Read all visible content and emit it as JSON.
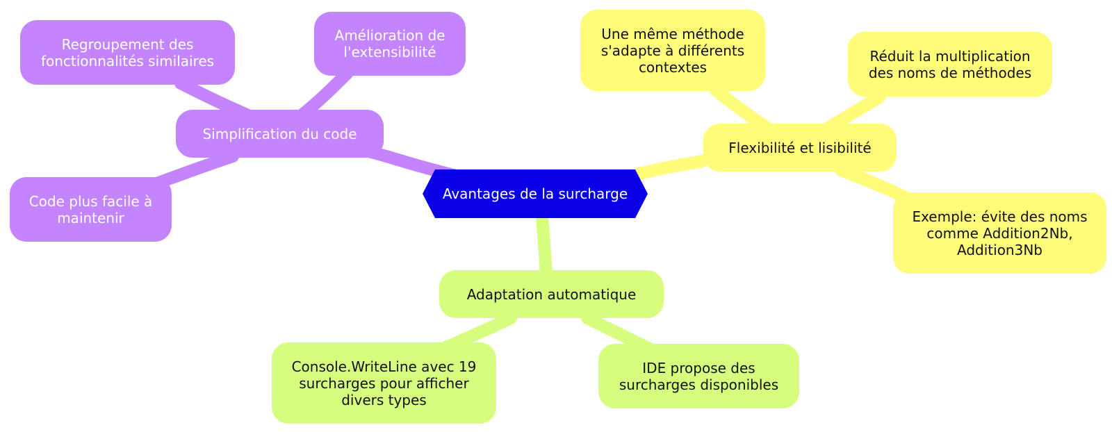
{
  "colors": {
    "root_fill": "#0a00e8",
    "purple_branch": "#c384fd",
    "yellow_branch": "#fffc7a",
    "green_branch": "#d7fd7e"
  },
  "root": {
    "label": "Avantages de la surcharge"
  },
  "branches": [
    {
      "label": "Simplification du code",
      "children": [
        {
          "label": "Regroupement des\nfonctionnalités similaires"
        },
        {
          "label": "Amélioration de\nl'extensibilité"
        },
        {
          "label": "Code plus facile à\nmaintenir"
        }
      ]
    },
    {
      "label": "Flexibilité et lisibilité",
      "children": [
        {
          "label": "Une même méthode\ns'adapte à différents\ncontextes"
        },
        {
          "label": "Réduit la multiplication\ndes noms de méthodes"
        },
        {
          "label": "Exemple: évite des noms\ncomme Addition2Nb,\nAddition3Nb"
        }
      ]
    },
    {
      "label": "Adaptation automatique",
      "children": [
        {
          "label": "Console.WriteLine avec 19\nsurcharges pour afficher\ndivers types"
        },
        {
          "label": "IDE propose des\nsurcharges disponibles"
        }
      ]
    }
  ]
}
